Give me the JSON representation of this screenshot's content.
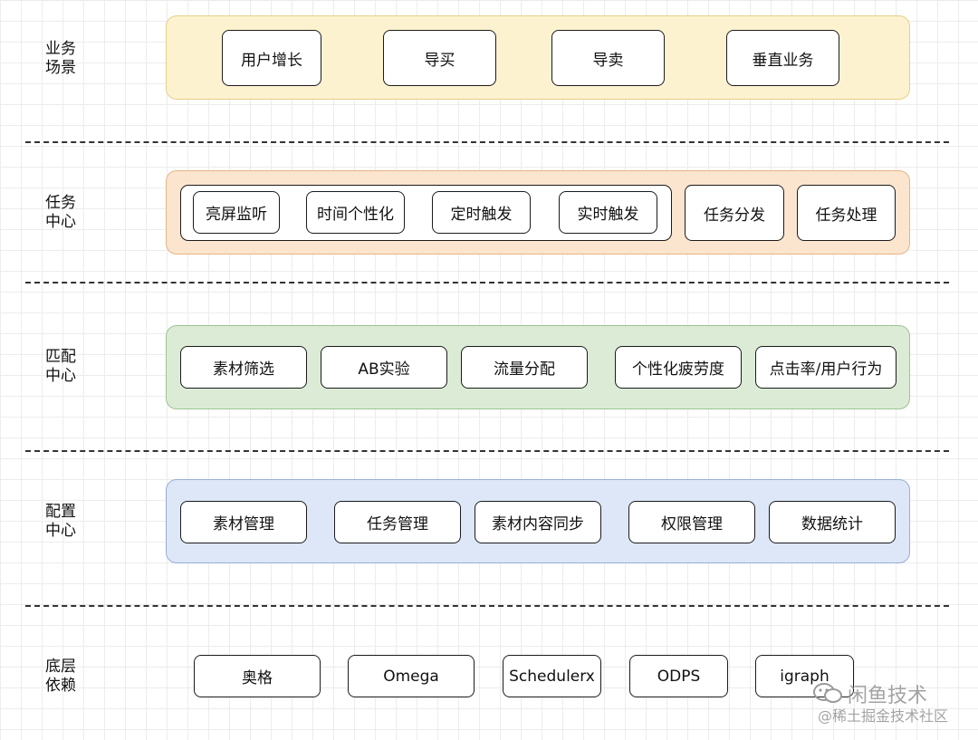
{
  "layers": {
    "business": {
      "label_line1": "业务",
      "label_line2": "场景",
      "items": [
        "用户增长",
        "导买",
        "导卖",
        "垂直业务"
      ]
    },
    "task": {
      "label_line1": "任务",
      "label_line2": "中心",
      "trigger_items": [
        "亮屏监听",
        "时间个性化",
        "定时触发",
        "实时触发"
      ],
      "items": [
        "任务分发",
        "任务处理"
      ]
    },
    "match": {
      "label_line1": "匹配",
      "label_line2": "中心",
      "items": [
        "素材筛选",
        "AB实验",
        "流量分配",
        "个性化疲劳度",
        "点击率/用户行为"
      ]
    },
    "config": {
      "label_line1": "配置",
      "label_line2": "中心",
      "items": [
        "素材管理",
        "任务管理",
        "素材内容同步",
        "权限管理",
        "数据统计"
      ]
    },
    "infra": {
      "label_line1": "底层",
      "label_line2": "依赖",
      "items": [
        "奥格",
        "Omega",
        "Schedulerx",
        "ODPS",
        "igraph"
      ]
    }
  },
  "watermark": {
    "line1": "闲鱼技术",
    "line2": "@稀土掘金技术社区"
  },
  "colors": {
    "business_fill": "#fdf2d0",
    "task_fill": "#fbe5cf",
    "match_fill": "#dcebd6",
    "config_fill": "#dde7f8"
  }
}
